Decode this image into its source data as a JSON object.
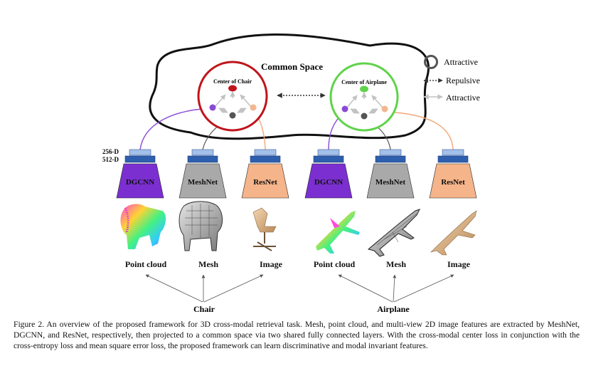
{
  "common_space": {
    "title": "Common Space",
    "chair_center_label": "Center of Chair",
    "airplane_center_label": "Center of Airplane"
  },
  "legend": {
    "items": [
      {
        "label": "Attractive",
        "symbol": "ring"
      },
      {
        "label": "Repulsive",
        "symbol": "dotted-double-arrow"
      },
      {
        "label": "Attractive",
        "symbol": "gray-arrow"
      }
    ]
  },
  "dims": {
    "top": "256-D",
    "bottom": "512-D"
  },
  "networks": [
    {
      "label": "DGCNN",
      "color": "#7b2fd0"
    },
    {
      "label": "MeshNet",
      "color": "#a9a9a9"
    },
    {
      "label": "ResNet",
      "color": "#f5b48a"
    },
    {
      "label": "DGCNN",
      "color": "#7b2fd0"
    },
    {
      "label": "MeshNet",
      "color": "#a9a9a9"
    },
    {
      "label": "ResNet",
      "color": "#f5b48a"
    }
  ],
  "modalities": [
    "Point cloud",
    "Mesh",
    "Image",
    "Point cloud",
    "Mesh",
    "Image"
  ],
  "objects": {
    "chair": "Chair",
    "airplane": "Airplane"
  },
  "colors": {
    "chair_center": "#c0141b",
    "airplane_center": "#5fd34a",
    "dgcnn_line": "#8a4ad6",
    "meshnet_line": "#555555",
    "resnet_line": "#f2a878",
    "fc_light": "#a3c0ea",
    "fc_dark": "#2e5fae"
  },
  "caption": "Figure 2. An overview of the proposed framework for 3D cross-modal retrieval task. Mesh, point cloud, and multi-view 2D image features are extracted by MeshNet, DGCNN, and ResNet, respectively, then projected to a common space via two shared fully connected layers. With the cross-modal center loss in conjunction with the cross-entropy loss and mean square error loss, the proposed framework can learn discriminative and modal invariant features."
}
